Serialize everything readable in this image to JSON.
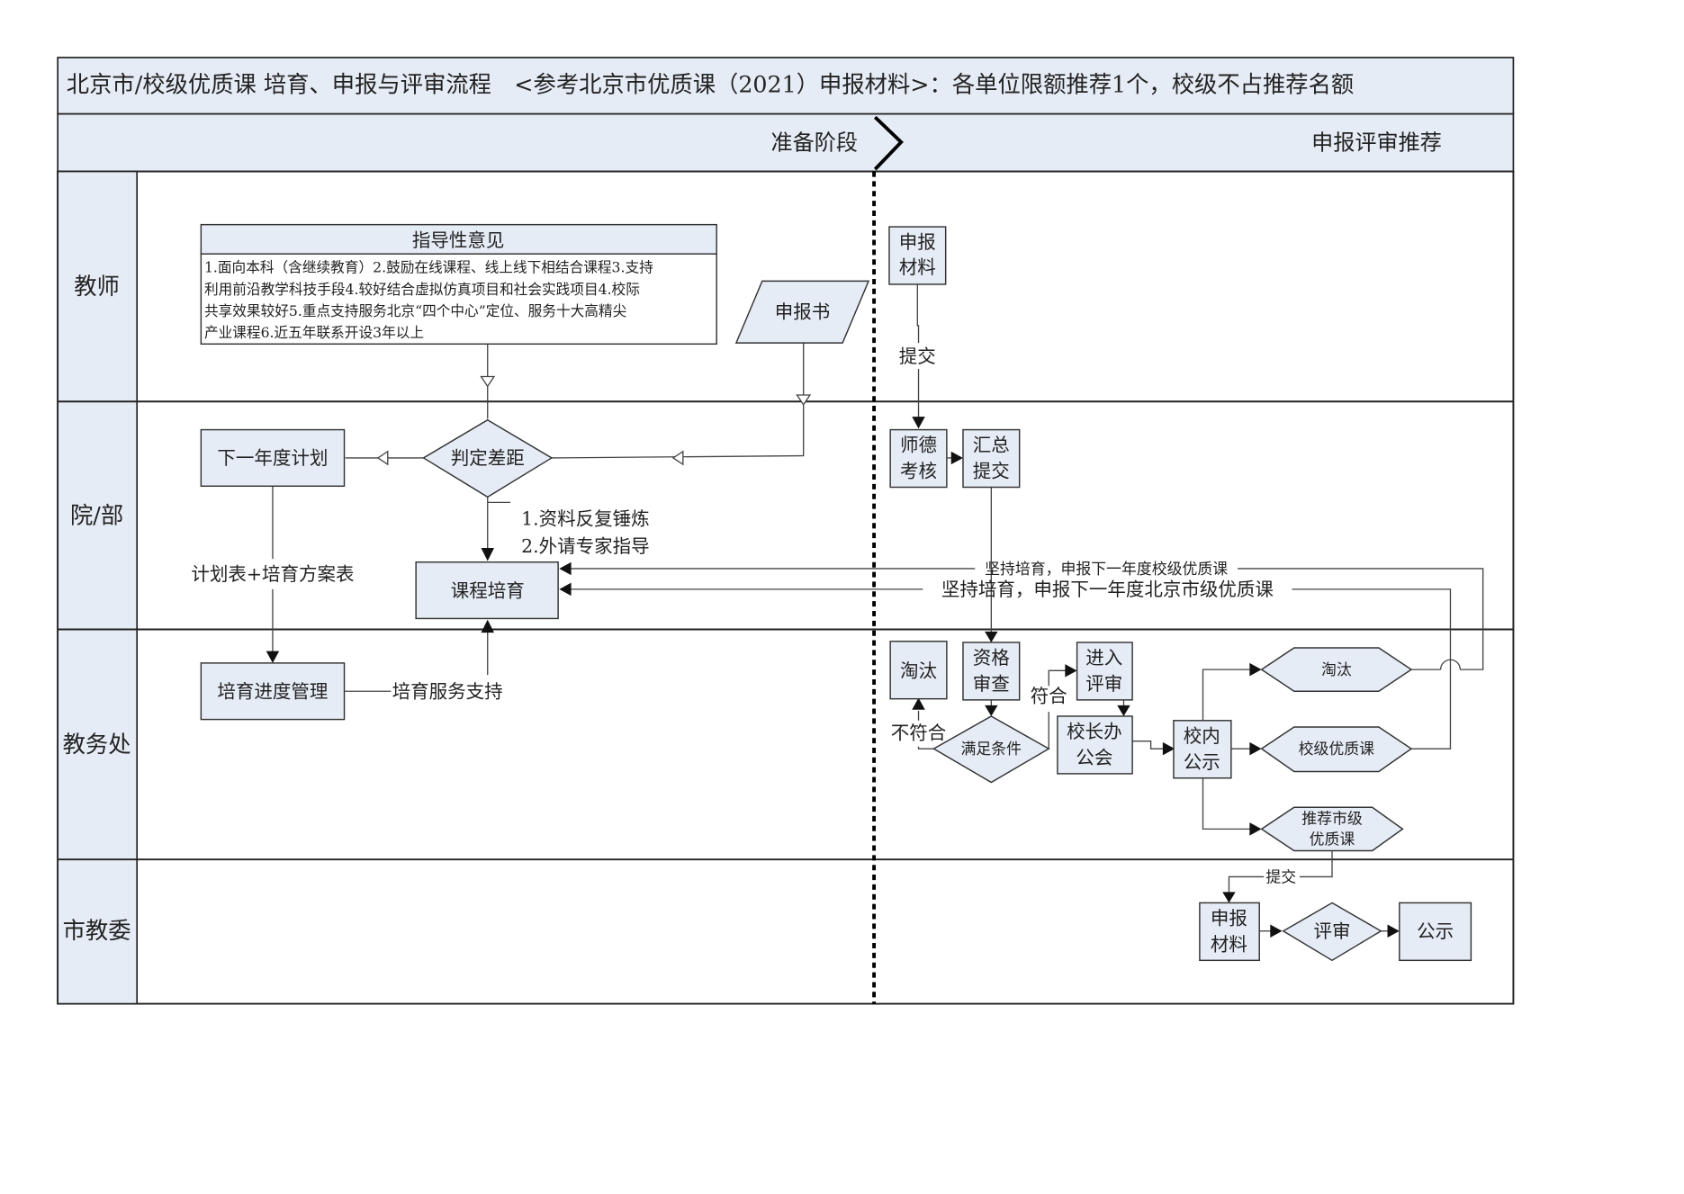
{
  "header": {
    "title": "北京市/校级优质课 培育、申报与评审流程　<参考北京市优质课（2021）申报材料>：各单位限额推荐1个，校级不占推荐名额"
  },
  "phases": [
    {
      "label": "准备阶段"
    },
    {
      "label": "申报评审推荐"
    }
  ],
  "lanes": [
    {
      "label": "教师"
    },
    {
      "label": "院/部"
    },
    {
      "label": "教务处"
    },
    {
      "label": "市教委"
    }
  ],
  "nodes": {
    "guidance_title": "指导性意见",
    "guidance_lines": [
      "1.面向本科（含继续教育）2.鼓励在线课程、线上线下相结合课程3.支持",
      "利用前沿教学科技手段4.较好结合虚拟仿真项目和社会实践项目4.校际",
      "共享效果较好5.重点支持服务北京“四个中心”定位、服务十大高精尖",
      "产业课程6.近五年联系开设3年以上"
    ],
    "application_form": "申报书",
    "teacher_materials": [
      "申报",
      "材料"
    ],
    "next_year_plan": "下一年度计划",
    "judge_gap": "判定差距",
    "course_cultivation": "课程培育",
    "ethics_review": [
      "师德",
      "考核"
    ],
    "summary_submit": [
      "汇总",
      "提交"
    ],
    "progress_management": "培育进度管理",
    "eliminate_a": "淘汰",
    "qualification_review": [
      "资格",
      "审查"
    ],
    "meet_conditions": "满足条件",
    "enter_review": [
      "进入",
      "评审"
    ],
    "president_meeting": [
      "校长办",
      "公会"
    ],
    "campus_publicity": [
      "校内",
      "公示"
    ],
    "eliminate_b": "淘汰",
    "school_quality_course": "校级优质课",
    "recommend_city": [
      "推荐市级",
      "优质课"
    ],
    "commission_materials": [
      "申报",
      "材料"
    ],
    "commission_review": "评审",
    "commission_publicity": "公示"
  },
  "edge_labels": {
    "teacher_submit": "提交",
    "improve_1": "1.资料反复锤炼",
    "improve_2": "2.外请专家指导",
    "plan_tables": "计划表+培育方案表",
    "service_support": "培育服务支持",
    "keep_school": "坚持培育，申报下一年度校级优质课",
    "keep_city": "坚持培育，申报下一年度北京市级优质课",
    "qualified": "符合",
    "not_qualified": "不符合",
    "city_submit": "提交"
  }
}
